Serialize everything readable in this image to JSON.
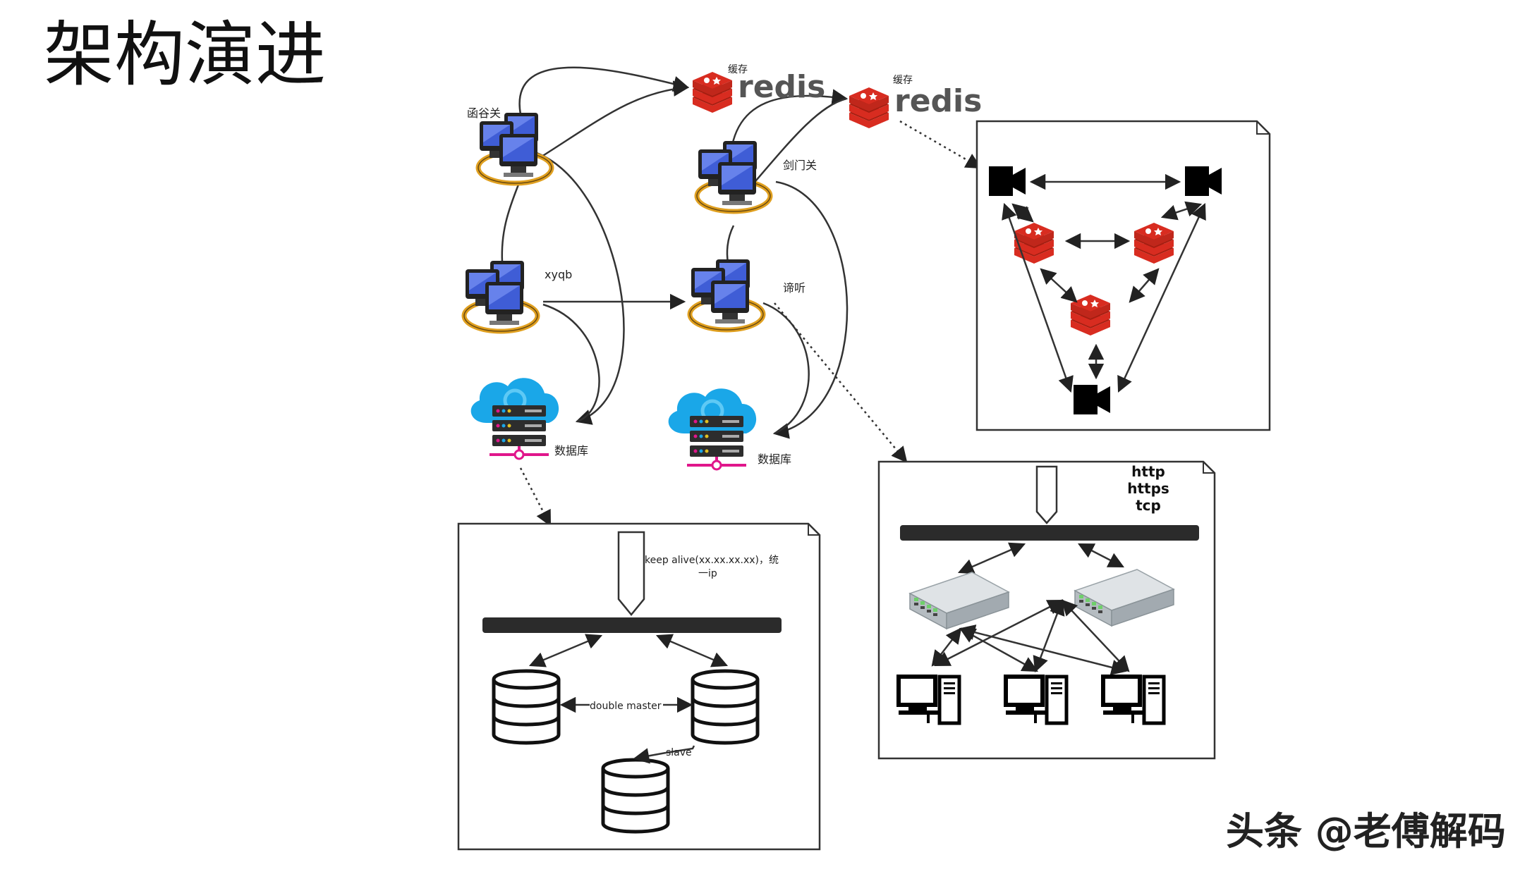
{
  "title": "架构演进",
  "servers": {
    "hangu": "函谷关",
    "jianmen": "剑门关",
    "xyqb": "xyqb",
    "diting": "谛听"
  },
  "redis": {
    "cache_label": "缓存",
    "name": "redis"
  },
  "db_label": "数据库",
  "db_box": {
    "keep_alive": "keep alive(xx.xx.xx.xx)，统",
    "keep_alive_2": "一ip",
    "double_master": "double master",
    "slave": "slave"
  },
  "protocols": [
    "http",
    "https",
    "tcp"
  ],
  "watermark": "头条 @老傅解码",
  "colors": {
    "redis_red": "#d82c20",
    "cloud_blue": "#1aa7e8",
    "server_dark": "#2d2d2d",
    "accent_magenta": "#e0168b",
    "screen_blue": "#3f5dd6",
    "ring_gold": "#e0a020"
  }
}
